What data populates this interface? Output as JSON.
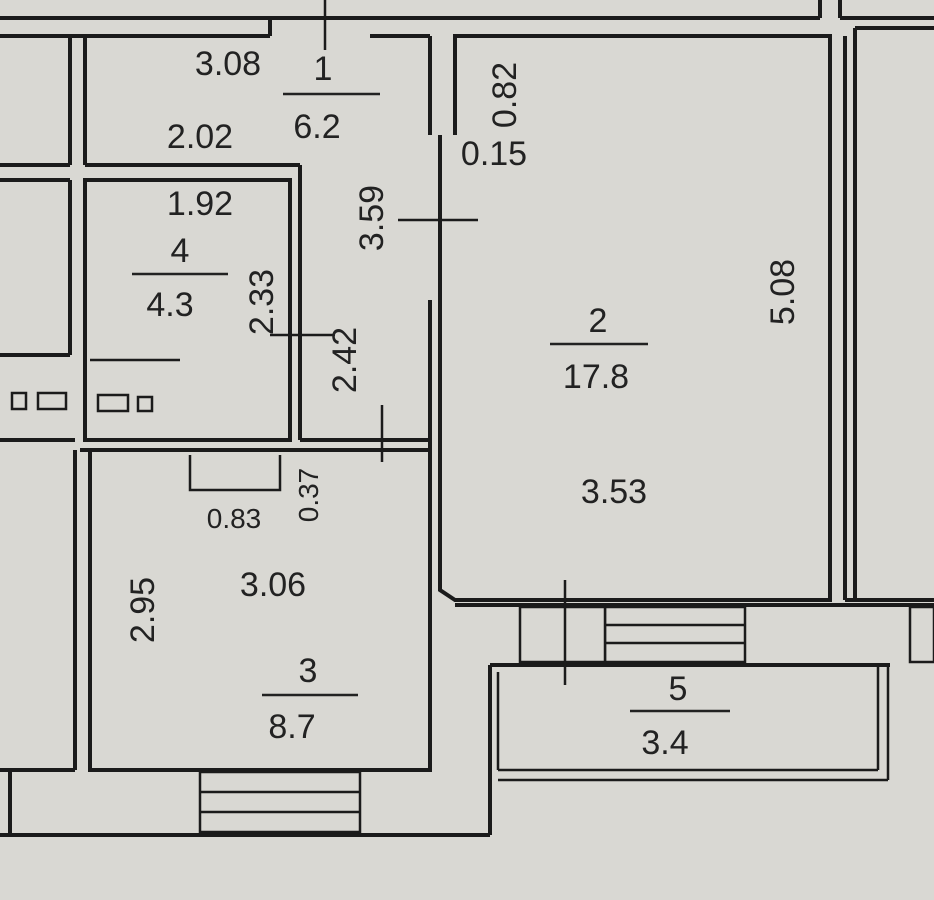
{
  "rooms": [
    {
      "number": "1",
      "area": "6.2"
    },
    {
      "number": "2",
      "area": "17.8"
    },
    {
      "number": "3",
      "area": "8.7"
    },
    {
      "number": "4",
      "area": "4.3"
    },
    {
      "number": "5",
      "area": "3.4"
    }
  ],
  "dimensions": {
    "room1_width": "3.08",
    "room1_inner": "2.02",
    "room1_length": "3.59",
    "room2_door_offset": "0.82",
    "room2_wall_gap": "0.15",
    "room2_length": "5.08",
    "room2_width": "3.53",
    "room4_width": "1.92",
    "room4_length": "2.33",
    "hall_strip": "2.42",
    "room3_niche_width": "0.83",
    "room3_niche_depth": "0.37",
    "room3_width": "3.06",
    "room3_length": "2.95"
  }
}
